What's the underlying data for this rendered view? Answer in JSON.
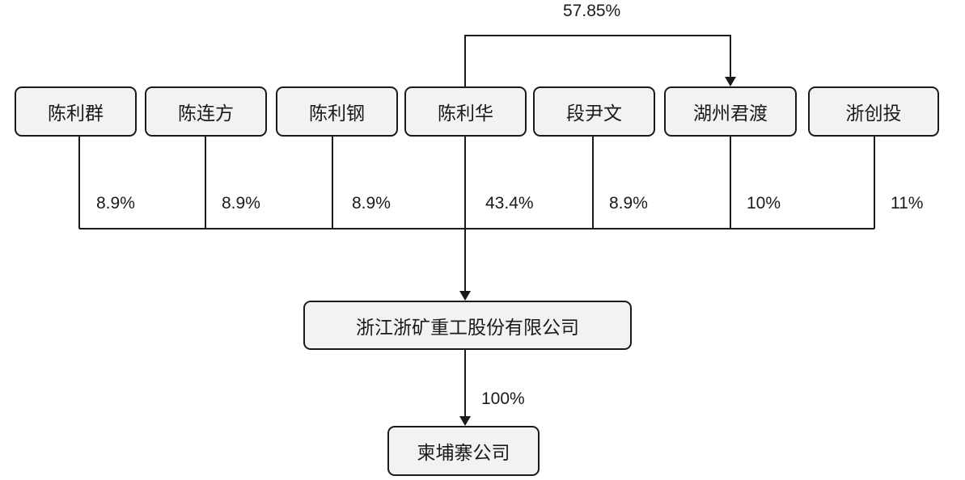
{
  "diagram": {
    "shareholders": [
      {
        "name": "陈利群",
        "share": "8.9%"
      },
      {
        "name": "陈连方",
        "share": "8.9%"
      },
      {
        "name": "陈利钢",
        "share": "8.9%"
      },
      {
        "name": "陈利华",
        "share": "43.4%"
      },
      {
        "name": "段尹文",
        "share": "8.9%"
      },
      {
        "name": "湖州君渡",
        "share": "10%"
      },
      {
        "name": "浙创投",
        "share": "11%"
      }
    ],
    "top_link": {
      "from": "陈利华",
      "to": "湖州君渡",
      "share": "57.85%"
    },
    "company": "浙江浙矿重工股份有限公司",
    "subsidiary": {
      "name": "柬埔寨公司",
      "share": "100%"
    }
  }
}
